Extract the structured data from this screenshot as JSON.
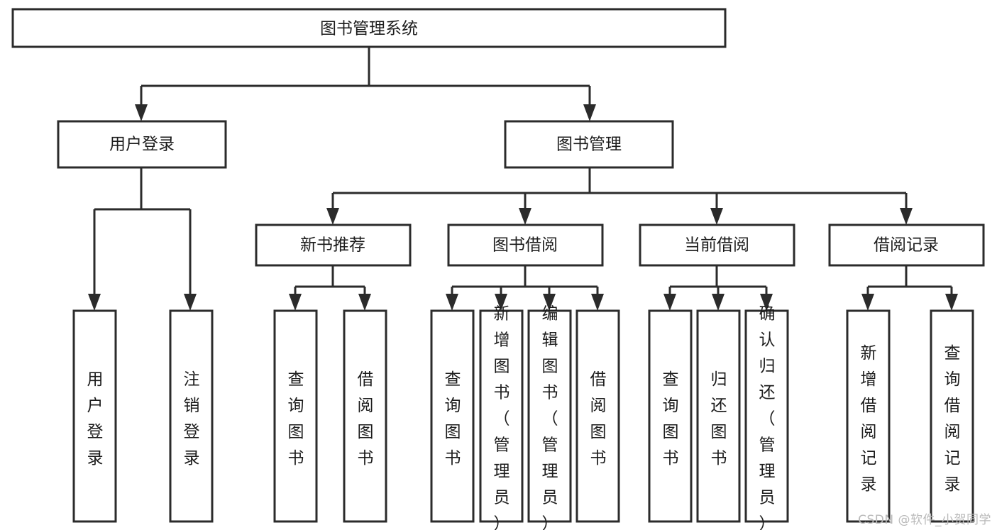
{
  "diagram": {
    "type": "tree",
    "title": "图书管理系统",
    "watermark": "CSDN @软件_小贺同学",
    "colors": {
      "stroke": "#2b2b2b",
      "fill": "#ffffff",
      "text": "#1c1c1c",
      "watermark": "#b9b9b9"
    },
    "nodes": {
      "root": {
        "label": "图书管理系统"
      },
      "level2": [
        {
          "label": "用户登录"
        },
        {
          "label": "图书管理"
        }
      ],
      "level3": [
        {
          "label": "新书推荐"
        },
        {
          "label": "图书借阅"
        },
        {
          "label": "当前借阅"
        },
        {
          "label": "借阅记录"
        }
      ],
      "leaves": {
        "user_login": [
          {
            "label": "用户登录"
          },
          {
            "label": "注销登录"
          }
        ],
        "new_book": [
          {
            "label": "查询图书"
          },
          {
            "label": "借阅图书"
          }
        ],
        "book_borrow": [
          {
            "label": "查询图书"
          },
          {
            "label": "新增图书（管理员）"
          },
          {
            "label": "编辑图书（管理员）"
          },
          {
            "label": "借阅图书"
          }
        ],
        "current_borrow": [
          {
            "label": "查询图书"
          },
          {
            "label": "归还图书"
          },
          {
            "label": "确认归还（管理员）"
          }
        ],
        "borrow_record": [
          {
            "label": "新增借阅记录"
          },
          {
            "label": "查询借阅记录"
          }
        ]
      }
    }
  }
}
